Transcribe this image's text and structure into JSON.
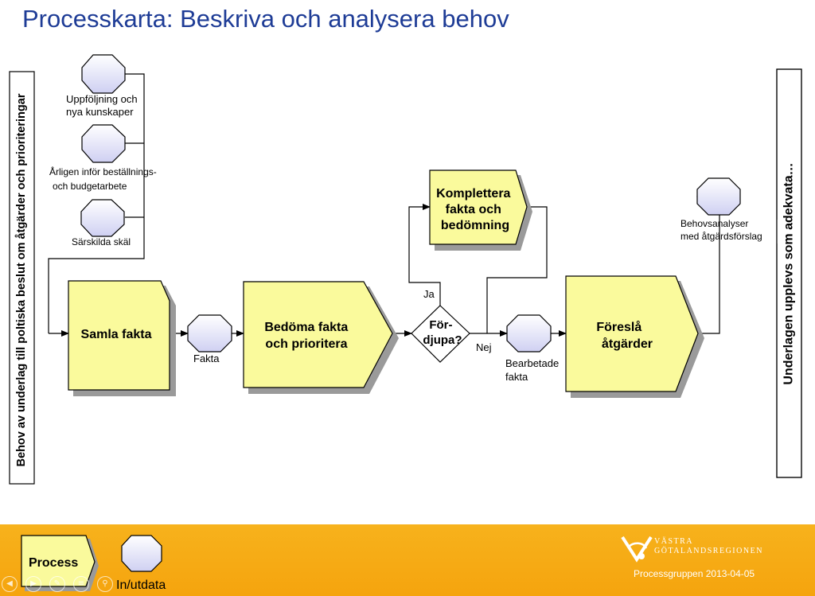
{
  "title": "Processkarta: Beskriva och analysera behov",
  "left_bar": {
    "text": "Behov av underlag till poltiska beslut om åtgärder och prioriteringar"
  },
  "right_bar": {
    "text": "Underlagen upplevs som adekvata…"
  },
  "triggers": [
    {
      "lines": [
        "Uppföljning och",
        "nya kunskaper"
      ]
    },
    {
      "lines": [
        "Årligen inför beställnings-",
        "och budgetarbete"
      ]
    },
    {
      "lines": [
        "Särskilda skäl"
      ]
    }
  ],
  "processes": {
    "samla": {
      "lines": [
        "Samla fakta"
      ]
    },
    "bedoma": {
      "lines": [
        "Bedöma fakta",
        "och prioritera"
      ]
    },
    "komplettera": {
      "lines": [
        "Komplettera",
        "fakta och",
        "bedömning"
      ]
    },
    "foresla": {
      "lines": [
        "Föreslå",
        "åtgärder"
      ]
    }
  },
  "decision": {
    "lines": [
      "För-",
      "djupa?"
    ],
    "yes": "Ja",
    "no": "Nej"
  },
  "data_items": {
    "fakta": {
      "lines": [
        "Fakta"
      ]
    },
    "bearbetade": {
      "lines": [
        "Bearbetade",
        "fakta"
      ]
    },
    "behovsanalyser": {
      "lines": [
        "Behovsanalyser",
        "med åtgärdsförslag"
      ]
    }
  },
  "legend": {
    "process": "Process",
    "io": "In/utdata"
  },
  "footer": {
    "date": "Processgruppen 2013-04-05",
    "logo_line1": "VÄSTRA",
    "logo_line2": "GÖTALANDSREGIONEN"
  },
  "colors": {
    "title": "#1e3c96",
    "process_fill": "#fafa9c",
    "io_fill": "#dcdcf6",
    "footer": "#f5a40e",
    "shadow": "#9a9a9a"
  }
}
